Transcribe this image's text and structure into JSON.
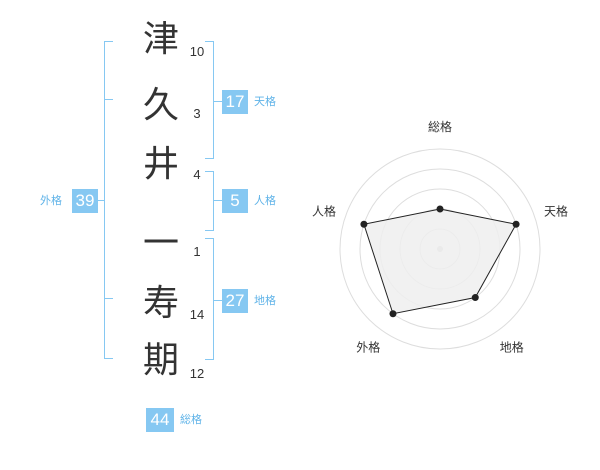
{
  "name": {
    "chars": [
      {
        "char": "津",
        "strokes": "10"
      },
      {
        "char": "久",
        "strokes": "3"
      },
      {
        "char": "井",
        "strokes": "4"
      },
      {
        "char": "一",
        "strokes": "1"
      },
      {
        "char": "寿",
        "strokes": "14"
      },
      {
        "char": "期",
        "strokes": "12"
      }
    ]
  },
  "fortune": {
    "tenkaku": {
      "value": "17",
      "label": "天格"
    },
    "jinkaku": {
      "value": "5",
      "label": "人格"
    },
    "chikaku": {
      "value": "27",
      "label": "地格"
    },
    "gaikaku": {
      "value": "39",
      "label": "外格"
    },
    "soukaku": {
      "value": "44",
      "label": "総格"
    }
  },
  "colors": {
    "accent": "#86c8f2",
    "label": "#5fb3e8",
    "polygon": "#222222",
    "fill": "#efefef",
    "grid": "#dddddd"
  },
  "chart_data": {
    "type": "radar",
    "axes": [
      "総格",
      "天格",
      "地格",
      "外格",
      "人格"
    ],
    "values": [
      2,
      4,
      3,
      4,
      4
    ],
    "max": 5
  }
}
